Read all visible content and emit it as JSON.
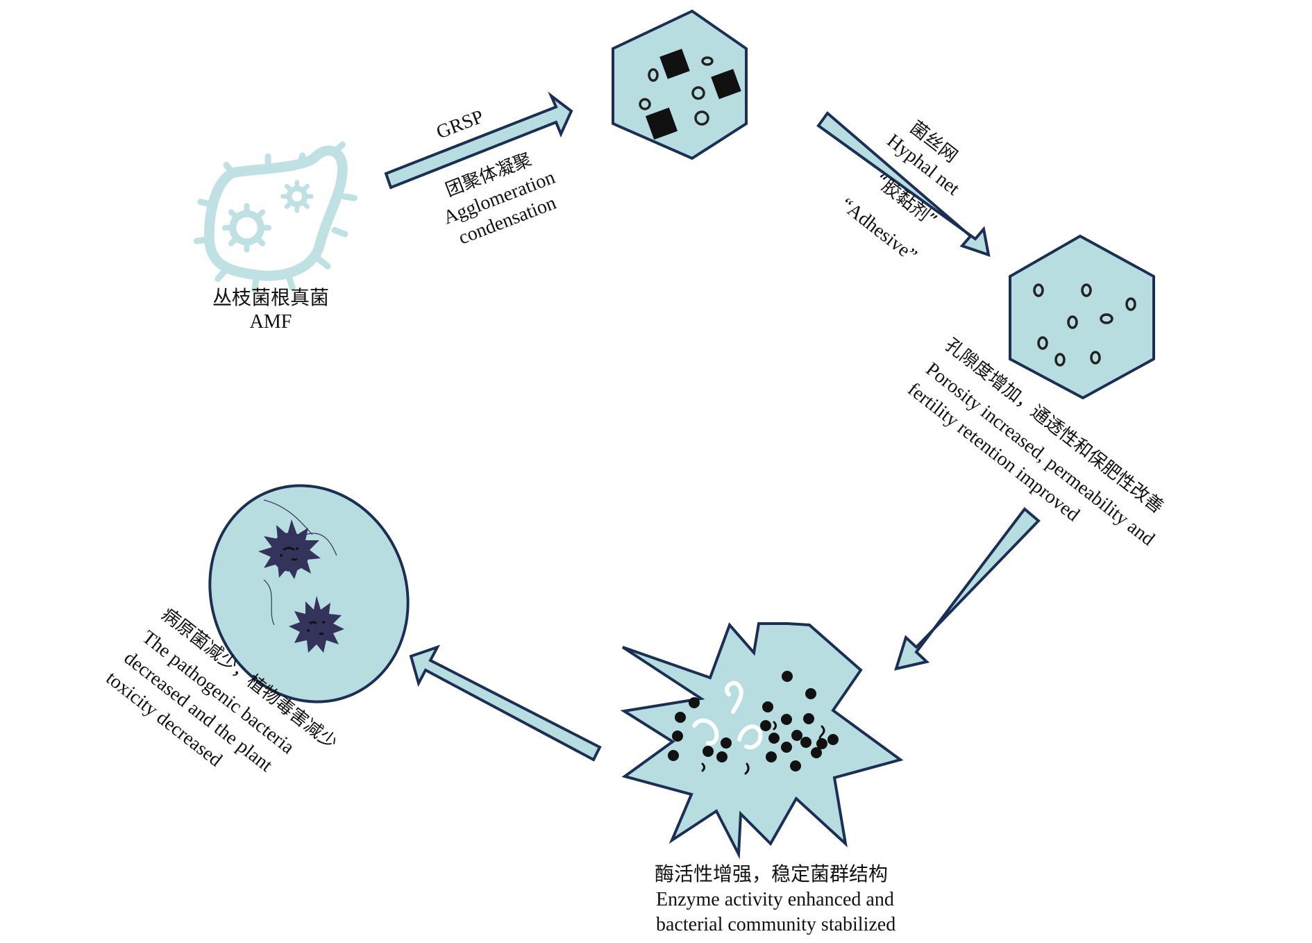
{
  "colors": {
    "fill_light": "#b7dde0",
    "stroke_dark": "#1b2f55",
    "microbe_icon": "#bfe1e3",
    "pathogen": "#33335c",
    "particle": "#111111"
  },
  "nodes": {
    "amf": {
      "zh": "丛枝菌根真菌",
      "en": "AMF",
      "icon": "microbe-gears-icon"
    },
    "aggregate": {
      "icon": "soil-aggregate-hexagon"
    },
    "porous": {
      "icon": "porous-soil-hexagon"
    },
    "community": {
      "icon": "microbial-burst",
      "zh": "酶活性增强，稳定菌群结构",
      "en1": "Enzyme activity enhanced and",
      "en2": "bacterial community stabilized"
    },
    "pathogen": {
      "icon": "pathogen-cell-ellipse",
      "zh": "病原菌减少，植物毒害减少",
      "en1": "The pathogenic bacteria",
      "en2": "decreased and the plant",
      "en3": "toxicity decreased"
    }
  },
  "edges": {
    "grsp": {
      "top": "GRSP",
      "zh": "团聚体凝聚",
      "en1": "Agglomeration",
      "en2": "condensation"
    },
    "hyphal": {
      "zh1": "菌丝网",
      "en1": "Hyphal net",
      "zh2": "“胶黏剂”",
      "en2": "“Adhesive”"
    },
    "porosity": {
      "zh": "孔隙度增加，通透性和保肥性改善",
      "en1": "Porosity increased, permeability and",
      "en2": "fertility retention improved"
    }
  }
}
